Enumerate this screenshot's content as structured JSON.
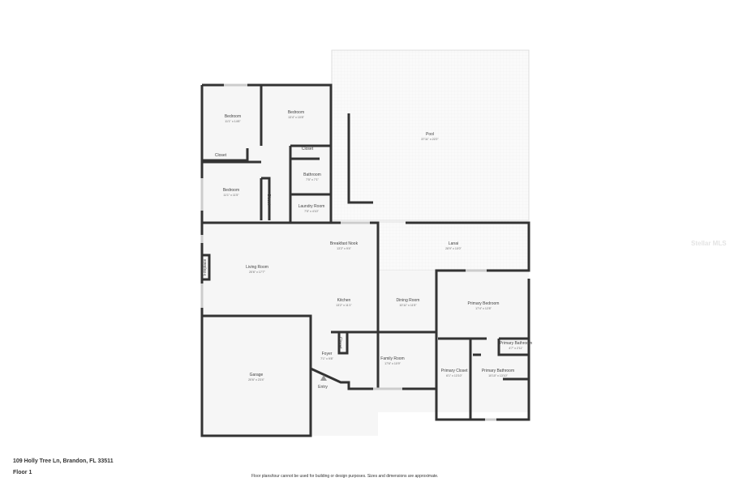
{
  "rooms": [
    {
      "name": "Bedroom",
      "dims": "11'1\" x 14'6\""
    },
    {
      "name": "Bedroom",
      "dims": "13'4\" x 10'8\""
    },
    {
      "name": "Closet",
      "dims": ""
    },
    {
      "name": "Closet",
      "dims": ""
    },
    {
      "name": "Bathroom",
      "dims": "7'5\" x 7'1\""
    },
    {
      "name": "Bedroom",
      "dims": "11'1\" x 11'5\""
    },
    {
      "name": "Closet",
      "dims": ""
    },
    {
      "name": "Laundry Room",
      "dims": "7'5\" x 4'10\""
    },
    {
      "name": "Pool",
      "dims": "37'11\" x 22'2\""
    },
    {
      "name": "Breakfast Nook",
      "dims": "13'2\" x 9'4\""
    },
    {
      "name": "Lanai",
      "dims": "28'9\" x 10'0\""
    },
    {
      "name": "Living Room",
      "dims": "20'6\" x 17'7\""
    },
    {
      "name": "Fireplace",
      "dims": ""
    },
    {
      "name": "Kitchen",
      "dims": "13'2\" x 11'1\""
    },
    {
      "name": "Dining Room",
      "dims": "10'11\" x 11'5\""
    },
    {
      "name": "Primary Bedroom",
      "dims": "17'4\" x 12'8\""
    },
    {
      "name": "Primary Bathroom",
      "dims": "4'7\" x 2'11\""
    },
    {
      "name": "Closet",
      "dims": ""
    },
    {
      "name": "Foyer",
      "dims": "7'1\" x 9'8\""
    },
    {
      "name": "Family Room",
      "dims": "17'6\" x 10'9\""
    },
    {
      "name": "Primary Closet",
      "dims": "6'1\" x 13'10\""
    },
    {
      "name": "Primary Bathroom",
      "dims": "10'10\" x 13'10\""
    },
    {
      "name": "Garage",
      "dims": "20'6\" x 23'4\""
    },
    {
      "name": "Entry",
      "dims": ""
    }
  ],
  "footer": {
    "address": "109 Holly Tree Ln, Brandon, FL 33511",
    "floor": "Floor 1",
    "disclaimer": "Floor plans/tour cannot be used for building or design purposes. Sizes and dimensions are approximate."
  },
  "watermark": "Stellar MLS"
}
